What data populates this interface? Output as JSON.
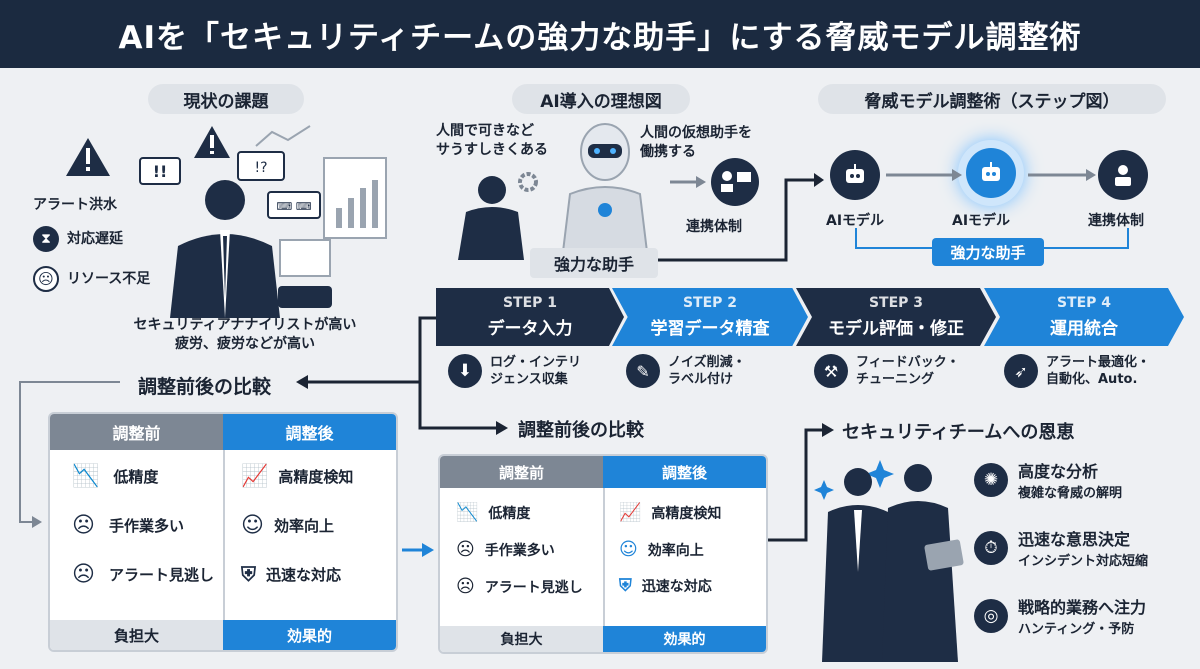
{
  "title": "AIを「セキュリティチームの強力な助手」にする脅威モデル調整術",
  "current": {
    "heading": "現状の課題",
    "items": [
      "アラート洪水",
      "対応遅延",
      "リソース不足"
    ],
    "caption_line1": "セキュリティアナナイリストが高い",
    "caption_line2": "疲労、疲労などが高い"
  },
  "ideal": {
    "heading": "AI導入の理想図",
    "left_text_line1": "人間で可きなど",
    "left_text_line2": "サうすしきくある",
    "right_text_line1": "人間の仮想助手を",
    "right_text_line2": "働携する",
    "collab": "連携体制",
    "assistant": "強力な助手"
  },
  "steps_diagram": {
    "heading": "脅威モデル調整術（ステップ図）",
    "nodes": [
      "AIモデル",
      "AIモデル",
      "連携体制"
    ],
    "assistant": "強力な助手"
  },
  "steps": [
    {
      "num": "STEP 1",
      "title": "データ入力",
      "desc1": "ログ・インテリ",
      "desc2": "ジェンス収集"
    },
    {
      "num": "STEP 2",
      "title": "学習データ精査",
      "desc1": "ノイズ削減・",
      "desc2": "ラベル付け"
    },
    {
      "num": "STEP 3",
      "title": "モデル評価・修正",
      "desc1": "フィードバック・",
      "desc2": "チューニング"
    },
    {
      "num": "STEP 4",
      "title": "運用統合",
      "desc1": "アラート最適化・",
      "desc2": "自動化、Auto."
    }
  ],
  "compare_left": {
    "heading": "調整前後の比較",
    "before": "調整前",
    "after": "調整後",
    "before_items": [
      "低精度",
      "手作業多い",
      "アラート見逃し"
    ],
    "after_items": [
      "高精度検知",
      "効率向上",
      "迅速な対応"
    ],
    "before_foot": "負担大",
    "after_foot": "効果的"
  },
  "compare_right": {
    "heading": "調整前後の比較",
    "before": "調整前",
    "after": "調整後",
    "before_items": [
      "低精度",
      "手作業多い",
      "アラート見逃し"
    ],
    "after_items": [
      "高精度検知",
      "効率向上",
      "迅速な対応"
    ],
    "before_foot": "負担大",
    "after_foot": "効果的"
  },
  "benefits": {
    "heading": "セキュリティチームへの恩恵",
    "items": [
      {
        "title": "高度な分析",
        "sub": "複雑な脅威の解明"
      },
      {
        "title": "迅速な意思決定",
        "sub": "インシデント対応短縮"
      },
      {
        "title": "戦略的業務へ注力",
        "sub": "ハンティング・予防"
      }
    ]
  },
  "colors": {
    "navy": "#1e2d45",
    "blue": "#1f84d8",
    "gray": "#7d8794"
  }
}
